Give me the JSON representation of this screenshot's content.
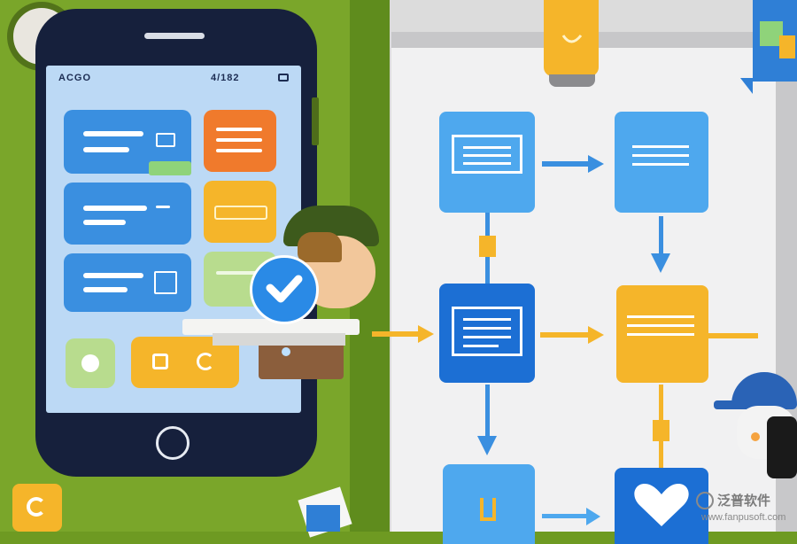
{
  "phone": {
    "status_left": "ACGO",
    "status_right": "4/182",
    "check_badge_icon": "checkmark-icon"
  },
  "watermark": {
    "brand": "泛普软件",
    "url": "www.fanpusoft.com"
  },
  "colors": {
    "green": "#7aa62a",
    "phone_body": "#16203c",
    "screen": "#bcd9f5",
    "blue": "#3a8fe0",
    "dark_blue": "#1c6fd4",
    "light_blue": "#4ea8ee",
    "orange": "#f07a2c",
    "yellow": "#f5b52a",
    "light_green": "#b8dc8e",
    "board": "#f1f1f2"
  },
  "icons": [
    "document-icon",
    "arrow-right-icon",
    "arrow-down-icon",
    "heart-icon",
    "checkmark-icon",
    "home-button-icon"
  ]
}
